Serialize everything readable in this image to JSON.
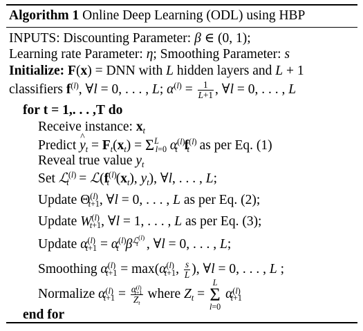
{
  "algorithm": {
    "number_label": "Algorithm 1",
    "title": "Online Deep Learning (ODL) using HBP",
    "inputs_line1": "INPUTS: Discounting Parameter: β ∈ (0, 1);",
    "inputs_line2": "Learning rate Parameter: η; Smoothing Parameter: s",
    "initialize_keyword": "Initialize:",
    "initialize_text": "F(x) = DNN with L hidden layers and L + 1",
    "initialize_text2": "classifiers f(l), ∀l = 0, . . . , L; α(l) = 1/(L+1), ∀l = 0, . . . , L",
    "for_keyword": "for",
    "for_range": "t = 1,. . . ,T",
    "do_keyword": "do",
    "steps": [
      "Receive instance: xt",
      "Predict ŷt = Ft(xt) = Σ_{l=0}^{L} αt(l) ft(l) as per Eq. (1)",
      "Reveal true value yt",
      "Set Lt(l) = L(ft(l)(xt), yt), ∀l, . . . , L;",
      "Update Θt+1(l), ∀l = 0, . . . , L as per Eq. (2);",
      "Update Wt+1(l), ∀l = 1, . . . , L as per Eq. (3);",
      "Update αt+1(l) = αt(l) β^Lt(l), ∀l = 0, . . . , L;",
      "Smoothing αt+1(l) = max(αt+1(l), s/L), ∀l = 0, . . . , L ;",
      "Normalize αt+1(l) = αt+1(l) / Zt where Zt = Σ_{l=0}^{L} αt+1(l)"
    ],
    "end_for": "end for",
    "words": {
      "inputs": "INPUTS: Discounting Parameter: ",
      "lr": "Learning rate Parameter: ",
      "smooth_param": "; Smoothing Parameter: ",
      "dnn": " = DNN with ",
      "hidden": " hidden layers and ",
      "classifiers": "classifiers ",
      "receive": "Receive instance: ",
      "predict": "Predict ",
      "as_per_1": " as per Eq. (1)",
      "reveal": "Reveal true value ",
      "set": "Set ",
      "update": "Update ",
      "as_per_2": " as per Eq. (2);",
      "as_per_3": " as per Eq. (3);",
      "smoothing": "Smoothing ",
      "normalize": "Normalize ",
      "where": " where "
    }
  }
}
